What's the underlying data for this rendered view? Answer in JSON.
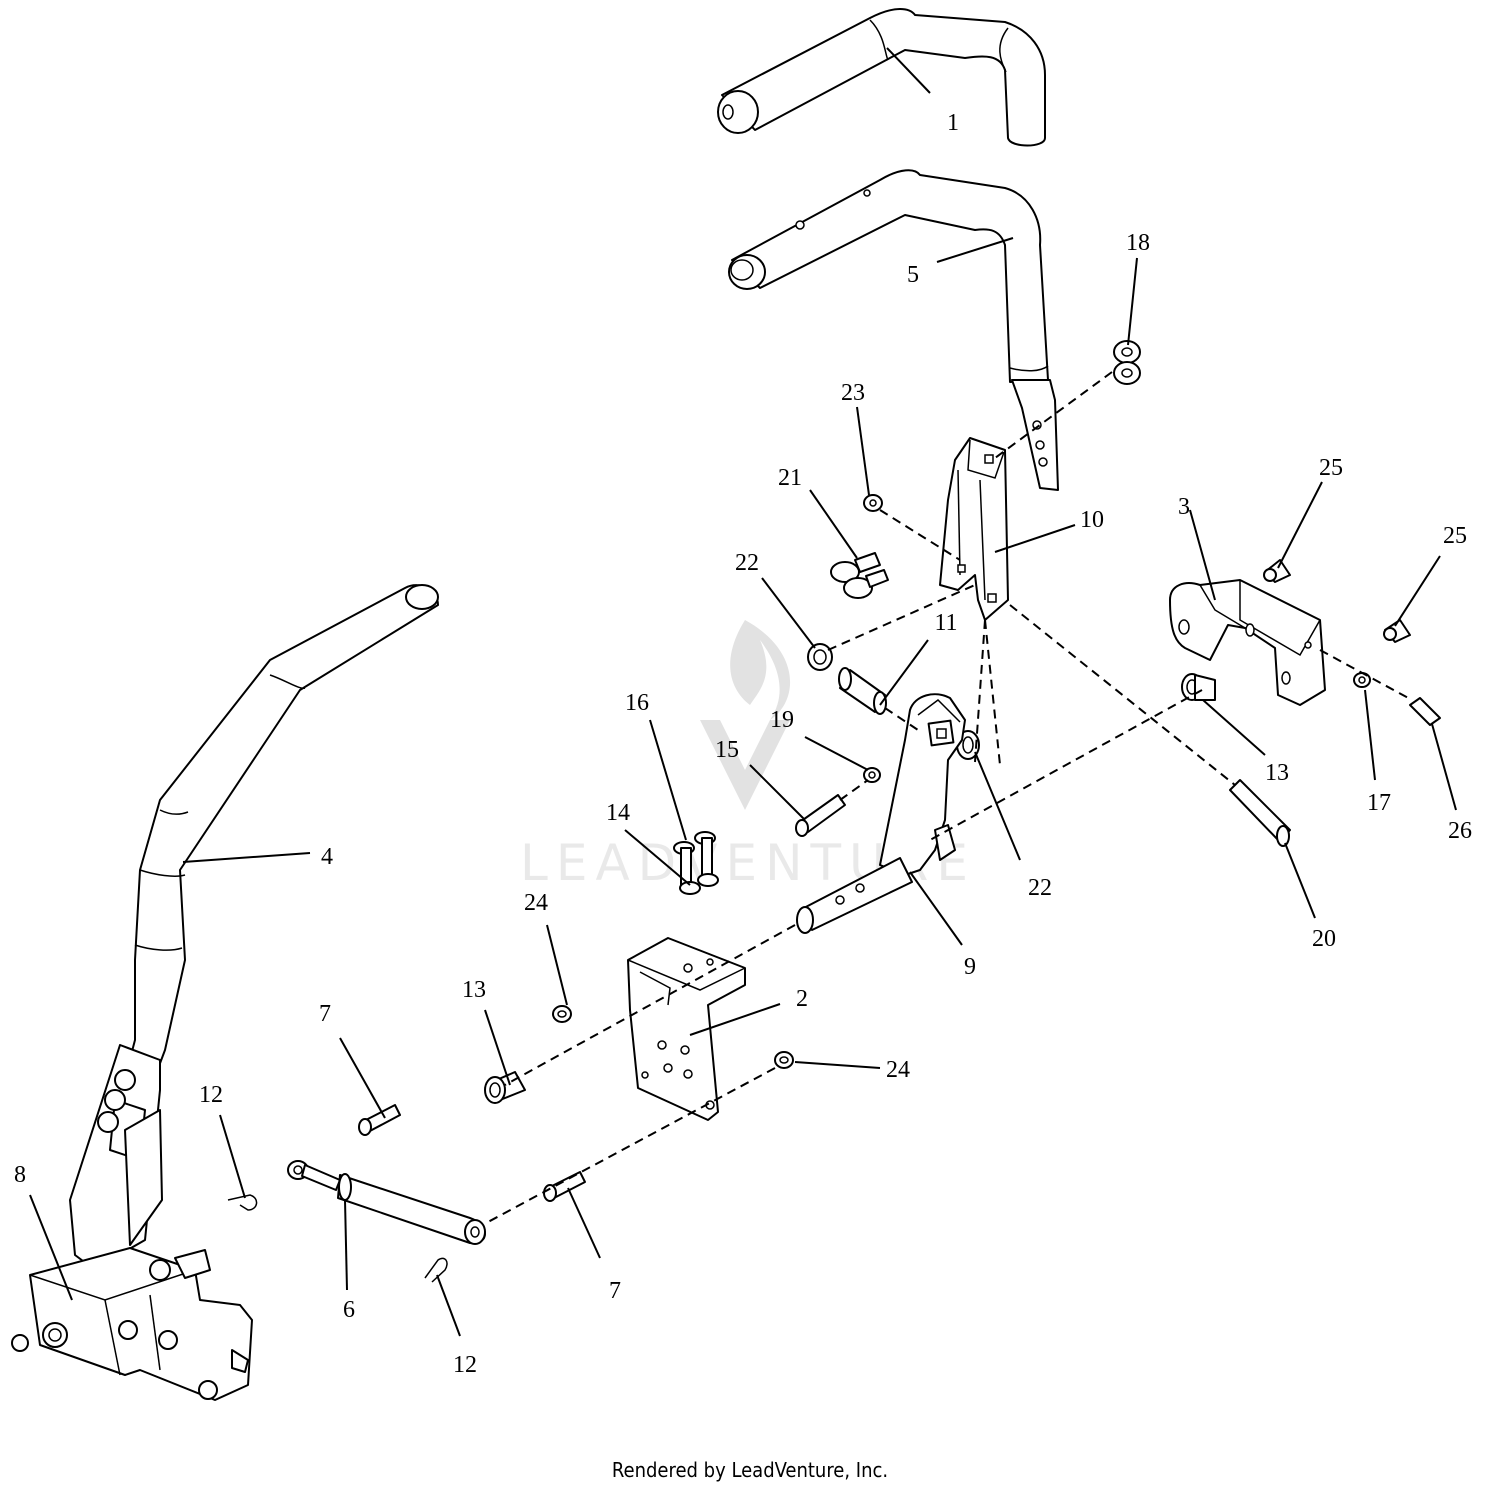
{
  "watermark": {
    "text": "LEADVENTURE"
  },
  "footer": {
    "text": "Rendered by LeadVenture, Inc."
  },
  "callouts": [
    {
      "id": "c1",
      "label": "1"
    },
    {
      "id": "c5",
      "label": "5"
    },
    {
      "id": "c18",
      "label": "18"
    },
    {
      "id": "c23",
      "label": "23"
    },
    {
      "id": "c21",
      "label": "21"
    },
    {
      "id": "c10",
      "label": "10"
    },
    {
      "id": "c25a",
      "label": "25"
    },
    {
      "id": "c3",
      "label": "3"
    },
    {
      "id": "c25b",
      "label": "25"
    },
    {
      "id": "c22a",
      "label": "22"
    },
    {
      "id": "c11",
      "label": "11"
    },
    {
      "id": "c16",
      "label": "16"
    },
    {
      "id": "c19",
      "label": "19"
    },
    {
      "id": "c15",
      "label": "15"
    },
    {
      "id": "c14",
      "label": "14"
    },
    {
      "id": "c13a",
      "label": "13"
    },
    {
      "id": "c17",
      "label": "17"
    },
    {
      "id": "c26",
      "label": "26"
    },
    {
      "id": "c22b",
      "label": "22"
    },
    {
      "id": "c20",
      "label": "20"
    },
    {
      "id": "c4",
      "label": "4"
    },
    {
      "id": "c24a",
      "label": "24"
    },
    {
      "id": "c9",
      "label": "9"
    },
    {
      "id": "c2",
      "label": "2"
    },
    {
      "id": "c13b",
      "label": "13"
    },
    {
      "id": "c7a",
      "label": "7"
    },
    {
      "id": "c24b",
      "label": "24"
    },
    {
      "id": "c12a",
      "label": "12"
    },
    {
      "id": "c8",
      "label": "8"
    },
    {
      "id": "c6",
      "label": "6"
    },
    {
      "id": "c7b",
      "label": "7"
    },
    {
      "id": "c12b",
      "label": "12"
    }
  ]
}
